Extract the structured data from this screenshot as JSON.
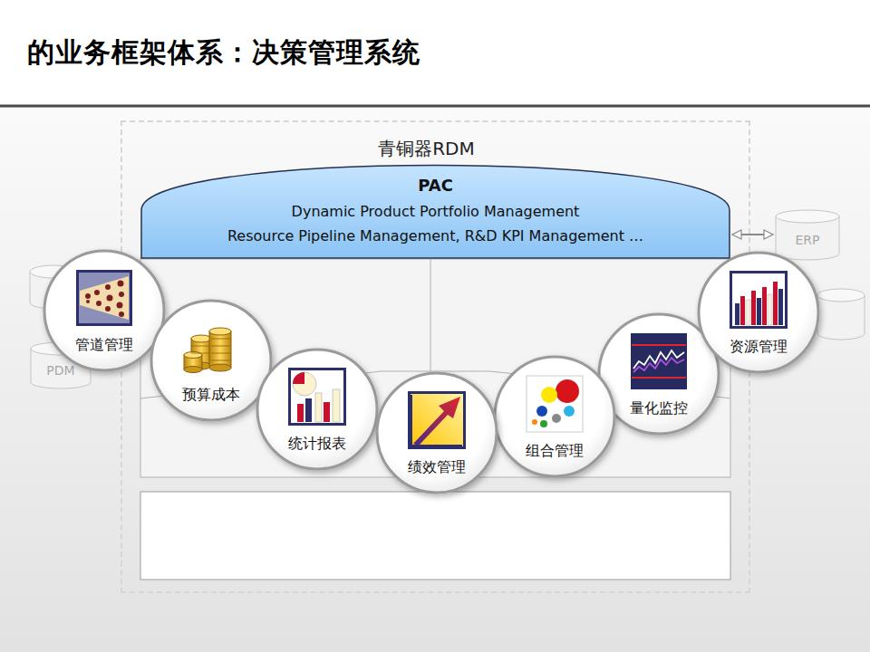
{
  "diagram": {
    "title": "的业务框架体系：决策管理系统",
    "nodes": [
      {
        "text": [
          "青铜器RDM"
        ]
      },
      {
        "text": [
          "PAC",
          "Dynamic Product Portfolio Management",
          "Resource Pipeline Management, R&D KPI Management …"
        ],
        "in": 0
      },
      {
        "text": [
          "管道管理"
        ],
        "in": 0
      },
      {
        "text": [
          "预算成本"
        ],
        "in": 0
      },
      {
        "text": [
          "统计报表"
        ],
        "in": 0
      },
      {
        "text": [
          "绩效管理"
        ],
        "in": 0
      },
      {
        "text": [
          "组合管理"
        ],
        "in": 0
      },
      {
        "text": [
          "量化监控"
        ],
        "in": 0
      },
      {
        "text": [
          "资源管理"
        ],
        "in": 0
      },
      {
        "text": [
          "ERP"
        ]
      },
      {
        "text": [
          "PDM"
        ]
      }
    ],
    "edges": [
      {
        "from": 1,
        "to": 9,
        "arrow": "both"
      }
    ]
  }
}
